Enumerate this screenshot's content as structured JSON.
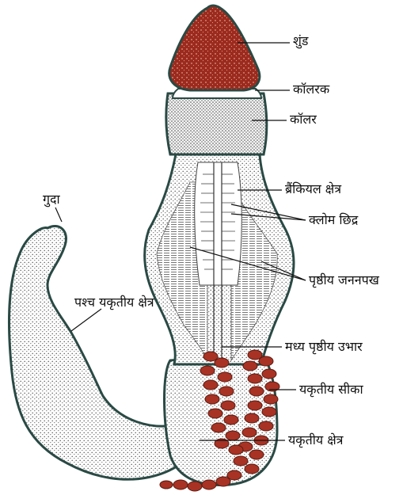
{
  "labels": {
    "proboscis": "शुंड",
    "collarette": "कॉलरक",
    "collar": "कॉलर",
    "branchial_region": "ब्रैंकियल क्षेत्र",
    "gill_slits": "क्लोम छिद्र",
    "anus": "गुदा",
    "posterior_hepatic_region": "पश्च यकृतीय क्षेत्र",
    "dorsal_genital_wing": "पृष्ठीय जननपख",
    "mid_dorsal_ridge": "मध्य पृष्ठीय उभार",
    "hepatic_caeca": "यकृतीय सीका",
    "hepatic_region": "यकृतीय क्षेत्र"
  },
  "colors": {
    "proboscis_fill": "#9c2a1e",
    "caeca_fill": "#a83224",
    "outline": "#2a4a44",
    "stipple": "#555555"
  }
}
